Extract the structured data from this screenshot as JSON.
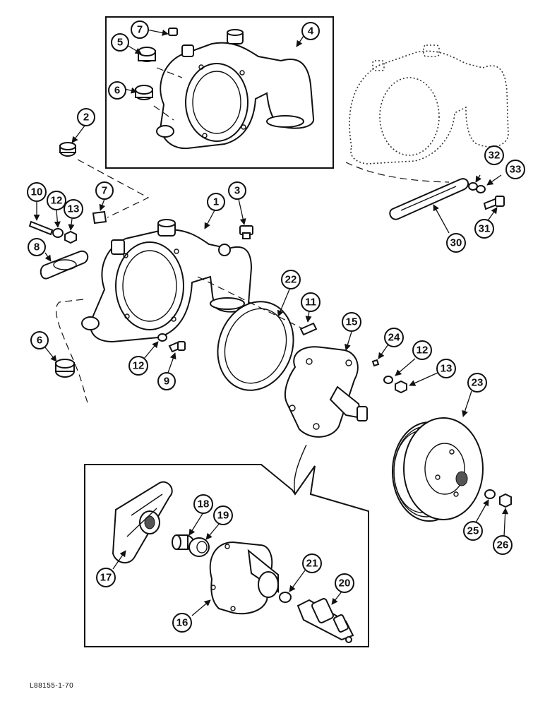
{
  "figure": {
    "reference_code": "L88155-1-70"
  },
  "callouts": {
    "c1": "1",
    "c2": "2",
    "c3": "3",
    "c4": "4",
    "c5": "5",
    "c6a": "6",
    "c6b": "6",
    "c7a": "7",
    "c7b": "7",
    "c8": "8",
    "c9": "9",
    "c10": "10",
    "c11": "11",
    "c12a": "12",
    "c12b": "12",
    "c12c": "12",
    "c13a": "13",
    "c13b": "13",
    "c15": "15",
    "c16": "16",
    "c17": "17",
    "c18": "18",
    "c19": "19",
    "c20": "20",
    "c21": "21",
    "c22": "22",
    "c23": "23",
    "c24": "24",
    "c25": "25",
    "c26": "26",
    "c30": "30",
    "c31": "31",
    "c32": "32",
    "c33": "33"
  },
  "icons": {
    "arrow": "filled-triangle-arrow"
  }
}
